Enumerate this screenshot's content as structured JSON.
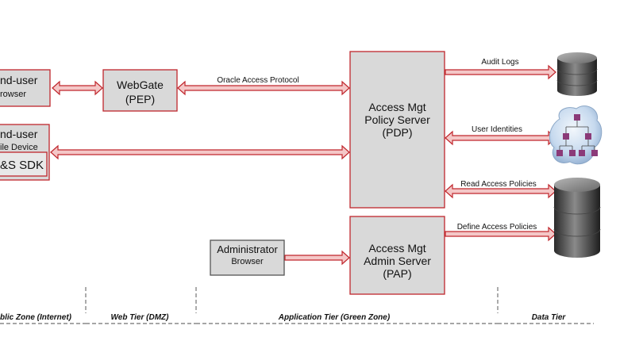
{
  "components": {
    "enduser_browser": {
      "line1": "nd-user",
      "line2": "rowser"
    },
    "enduser_mobile": {
      "line1": "nd-user",
      "line2": "ile Device",
      "sdk": "&S SDK"
    },
    "webgate": {
      "line1": "WebGate",
      "line2": "(PEP)"
    },
    "policy_server": {
      "line1": "Access Mgt",
      "line2": "Policy Server",
      "line3": "(PDP)"
    },
    "admin_server": {
      "line1": "Access Mgt",
      "line2": "Admin Server",
      "line3": "(PAP)"
    },
    "administrator": {
      "line1": "Administrator",
      "line2": "Browser"
    }
  },
  "connections": {
    "oracle_access_protocol": "Oracle Access Protocol",
    "audit_logs": "Audit Logs",
    "user_identities": "User Identities",
    "read_access_policies": "Read Access Policies",
    "define_access_policies": "Define Access Policies"
  },
  "zones": {
    "public": "blic Zone (Internet)",
    "web": "Web Tier (DMZ)",
    "application": "Application Tier (Green Zone)",
    "data": "Data Tier"
  },
  "colors": {
    "accent_red": "#c0272d",
    "arrow_fill": "#f4c7c7",
    "box_fill": "#d9d9d9"
  }
}
